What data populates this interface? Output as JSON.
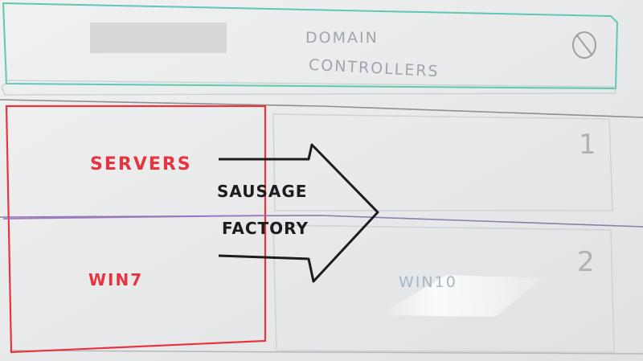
{
  "whiteboard": {
    "band_top": {
      "label_line1": "DOMAIN",
      "label_line2": "CONTROLLERS",
      "number": "0"
    },
    "band_middle": {
      "number": "1"
    },
    "band_bottom": {
      "number": "2",
      "label": "WIN10"
    },
    "box_red": {
      "label_top": "SERVERS",
      "label_bottom": "WIN7"
    },
    "arrow": {
      "label_line1": "SAUSAGE",
      "label_line2": "FACTORY"
    }
  },
  "colors": {
    "teal_marker": "#5fc8b2",
    "red_marker": "#e8343f",
    "black_marker": "#1c1c1c",
    "grey_marker": "#9aa1a8",
    "purple_marker": "#9a82c4"
  }
}
